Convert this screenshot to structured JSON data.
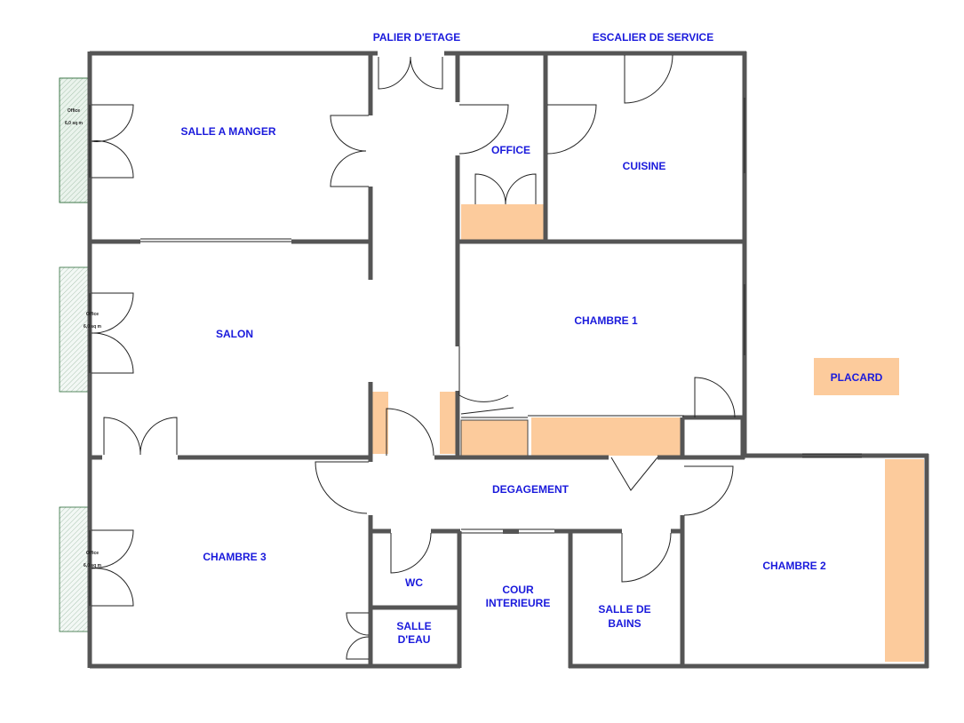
{
  "plan": {
    "labels": {
      "palier": "PALIER D'ETAGE",
      "escalier": "ESCALIER DE SERVICE",
      "salle_manger": "SALLE A MANGER",
      "office_kitchen": "OFFICE",
      "cuisine": "CUISINE",
      "salon": "SALON",
      "chambre1": "CHAMBRE 1",
      "placard": "PLACARD",
      "degagement": "DEGAGEMENT",
      "chambre3": "CHAMBRE 3",
      "wc": "WC",
      "cour_line1": "COUR",
      "cour_line2": "INTERIEURE",
      "salle_bains_line1": "SALLE DE",
      "salle_bains_line2": "BAINS",
      "salle_eau_line1": "SALLE",
      "salle_eau_line2": "D'EAU",
      "chambre2": "CHAMBRE 2"
    },
    "balconies": [
      {
        "name": "Office",
        "area": "6,0 sq m"
      },
      {
        "name": "Office",
        "area": "6,0 sq m"
      },
      {
        "name": "Office",
        "area": "6,0 sq m"
      }
    ],
    "colors": {
      "label": "#1a1adc",
      "wall": "#555555",
      "cabinet": "#fccb9c",
      "balcony_fill": "#eaf3ec",
      "balcony_hatch": "#2d6b3a"
    }
  }
}
